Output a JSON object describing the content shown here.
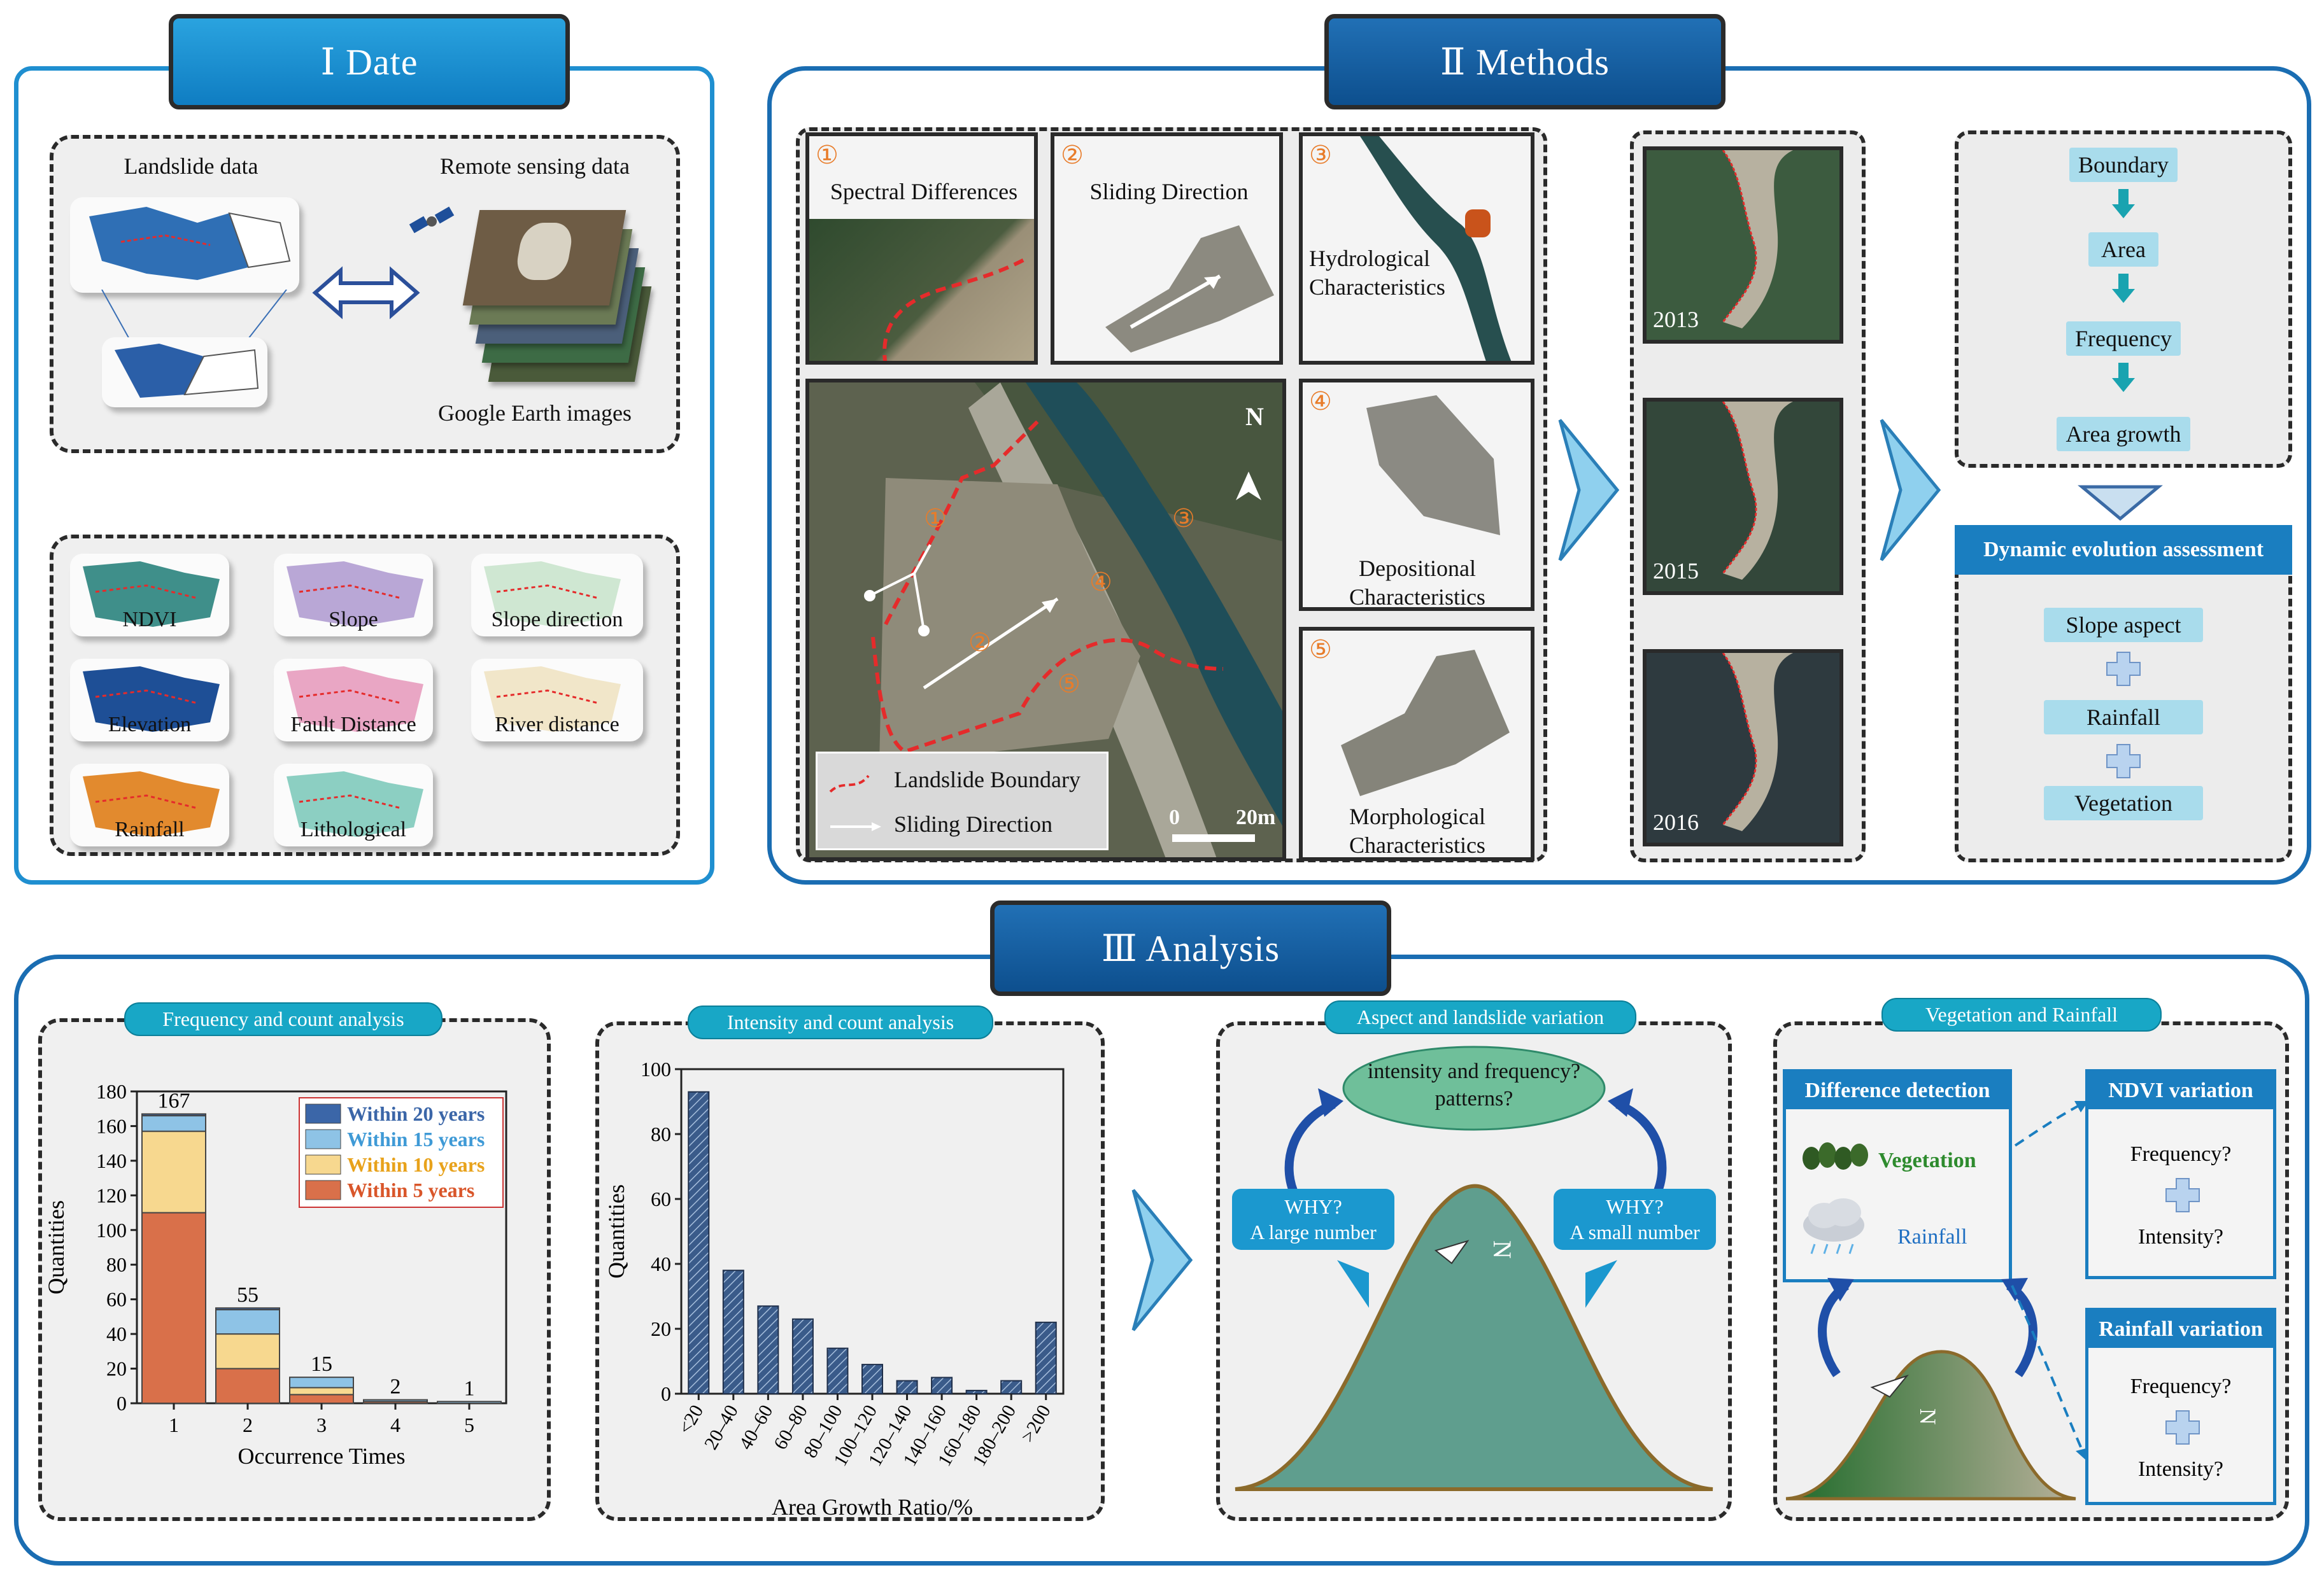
{
  "section1": {
    "title": "Ⅰ  Date",
    "landslide_data": "Landslide data",
    "remote_sensing_data": "Remote sensing data",
    "google_earth": "Google Earth images",
    "factors": [
      "NDVI",
      "Slope",
      "Slope direction",
      "Elevation",
      "Fault Distance",
      "River distance",
      "Rainfall",
      "Lithological"
    ]
  },
  "section2": {
    "title": "Ⅱ  Methods",
    "panels": [
      {
        "num": "①",
        "label": "Spectral Differences"
      },
      {
        "num": "②",
        "label": "Sliding Direction"
      },
      {
        "num": "③",
        "label": "Hydrological Characteristics"
      },
      {
        "num": "④",
        "label": "Depositional Characteristics"
      },
      {
        "num": "⑤",
        "label": "Morphological Characteristics"
      }
    ],
    "map": {
      "north": "N",
      "scale_start": "0",
      "scale_end": "20m",
      "legend_boundary": "Landslide Boundary",
      "legend_direction": "Sliding Direction",
      "nums": [
        "①",
        "②",
        "③",
        "④",
        "⑤"
      ]
    },
    "years": [
      "2013",
      "2015",
      "2016"
    ],
    "flow": [
      "Boundary",
      "Area",
      "Frequency",
      "Area growth"
    ],
    "assessment": "Dynamic evolution assessment",
    "factors": [
      "Slope aspect",
      "Rainfall",
      "Vegetation"
    ]
  },
  "section3": {
    "title": "Ⅲ  Analysis",
    "freq_title": "Frequency and count analysis",
    "intensity_title": "Intensity and count analysis",
    "aspect_title": "Aspect and landslide variation",
    "veg_title": "Vegetation and Rainfall",
    "question": "intensity and frequency? patterns?",
    "why_left": {
      "q": "WHY?",
      "a": "A large number"
    },
    "why_right": {
      "q": "WHY?",
      "a": "A small number"
    },
    "north": "N",
    "diff_detection": "Difference detection",
    "vegetation": "Vegetation",
    "rainfall": "Rainfall",
    "ndvi_variation": "NDVI variation",
    "rainfall_variation": "Rainfall variation",
    "frequency_q": "Frequency?",
    "intensity_q": "Intensity?"
  },
  "chart_data": [
    {
      "type": "bar",
      "stacked": true,
      "title": "",
      "xlabel": "Occurrence Times",
      "ylabel": "Quantities",
      "categories": [
        "1",
        "2",
        "3",
        "4",
        "5"
      ],
      "ylim": [
        0,
        180
      ],
      "yticks": [
        0,
        20,
        40,
        60,
        80,
        100,
        120,
        140,
        160,
        180
      ],
      "totals": [
        167,
        55,
        15,
        2,
        1
      ],
      "legend_position": "top-right",
      "series": [
        {
          "name": "Within  5  years",
          "color": "#d9704a",
          "values": [
            110,
            20,
            5,
            1,
            0
          ]
        },
        {
          "name": "Within 10 years",
          "color": "#f7d88f",
          "values": [
            47,
            20,
            4,
            0,
            0
          ]
        },
        {
          "name": "Within 15 years",
          "color": "#8ec3e6",
          "values": [
            9,
            14,
            6,
            1,
            1
          ]
        },
        {
          "name": "Within 20 years",
          "color": "#3b66a8",
          "values": [
            1,
            1,
            0,
            0,
            0
          ]
        }
      ]
    },
    {
      "type": "bar",
      "title": "",
      "xlabel": "Area Growth Ratio/%",
      "ylabel": "Quantities",
      "categories": [
        "<20",
        "20–40",
        "40–60",
        "60–80",
        "80–100",
        "100–120",
        "120–140",
        "140–160",
        "160–180",
        "180–200",
        ">200"
      ],
      "values": [
        93,
        38,
        27,
        23,
        14,
        9,
        4,
        5,
        1,
        4,
        22
      ],
      "ylim": [
        0,
        100
      ],
      "yticks": [
        0,
        20,
        40,
        60,
        80,
        100
      ]
    }
  ]
}
